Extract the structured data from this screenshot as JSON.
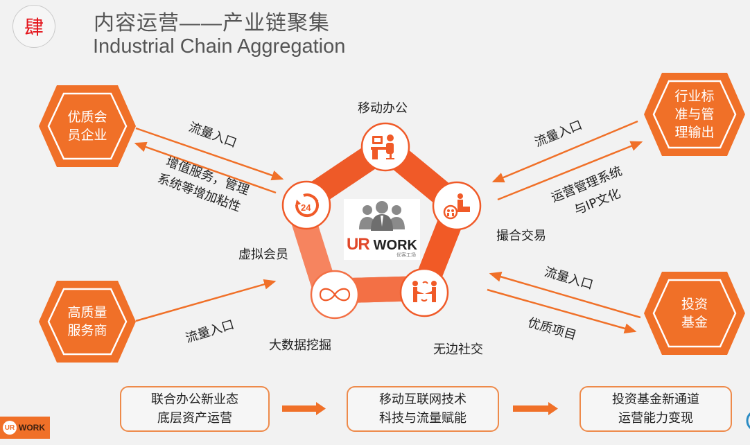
{
  "header": {
    "section_number": "肆",
    "title_cn": "内容运营——产业链聚集",
    "title_en": "Industrial Chain Aggregation"
  },
  "colors": {
    "brand_orange": "#f07028",
    "ring_orange": "#f05a28",
    "text_dark": "#222222",
    "badge_red": "#e4141b"
  },
  "hexagons": {
    "top_left": {
      "line1": "优质会",
      "line2": "员企业"
    },
    "bottom_left": {
      "line1": "高质量",
      "line2": "服务商"
    },
    "top_right": {
      "line1": "行业标",
      "line2": "准与管",
      "line3": "理输出"
    },
    "bottom_right": {
      "line1": "投资",
      "line2": "基金"
    }
  },
  "pentagon_nodes": {
    "top": {
      "label": "移动办公",
      "icon": "office-desk-icon"
    },
    "right": {
      "label": "撮合交易",
      "icon": "business-deal-icon"
    },
    "bottom_right": {
      "label": "无边社交",
      "icon": "social-exchange-icon"
    },
    "bottom_left": {
      "label": "大数据挖掘",
      "icon": "infinity-icon"
    },
    "left": {
      "label": "虚拟会员",
      "icon": "clock-24-icon"
    }
  },
  "center_logo": {
    "brand": "UR WORK",
    "brand_ur": "UR",
    "brand_work": "WORK",
    "sub": "优客工场"
  },
  "arrow_labels": {
    "tl_in": "流量入口",
    "tl_out_1": "增值服务，管理",
    "tl_out_2": "系统等增加粘性",
    "tr_in": "流量入口",
    "tr_out_1": "运营管理系统",
    "tr_out_2": "与IP文化",
    "bl_in": "流量入口",
    "br_in": "流量入口",
    "br_out": "优质项目"
  },
  "bottom_flow": [
    {
      "line1": "联合办公新业态",
      "line2": "底层资产运营"
    },
    {
      "line1": "移动互联网技术",
      "line2": "科技与流量赋能"
    },
    {
      "line1": "投资基金新通道",
      "line2": "运营能力变现"
    }
  ],
  "footer_logo": {
    "ur": "UR",
    "work": "WORK"
  }
}
